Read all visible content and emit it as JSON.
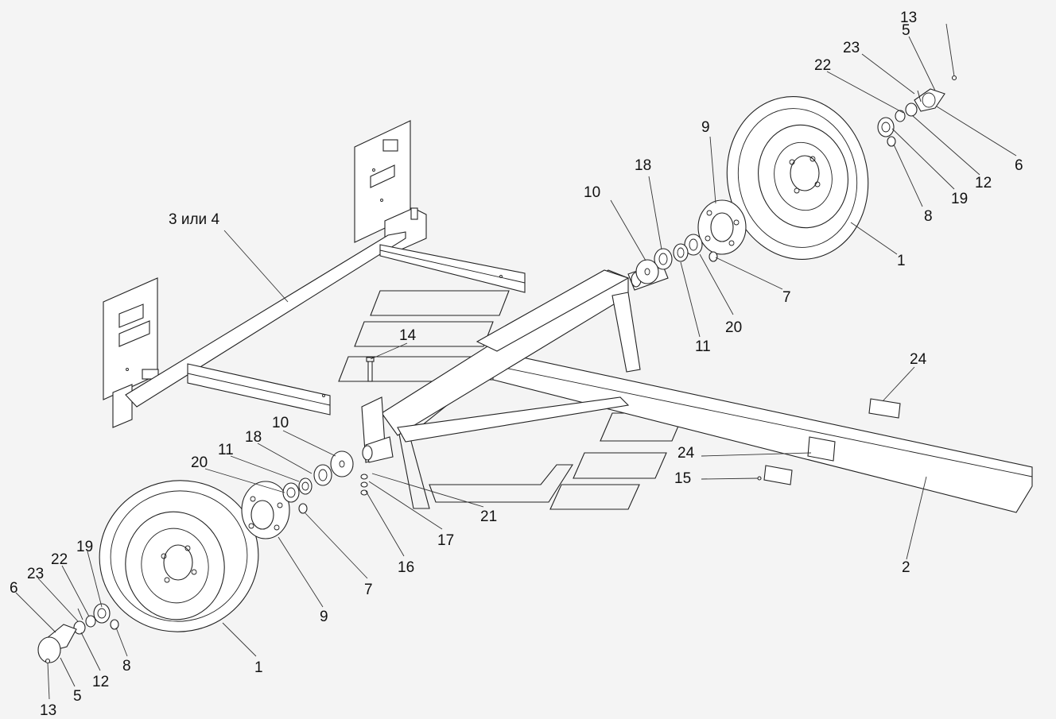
{
  "callouts": [
    {
      "id": "c13a",
      "text": "13"
    },
    {
      "id": "c5a",
      "text": "5"
    },
    {
      "id": "c23a",
      "text": "23"
    },
    {
      "id": "c22a",
      "text": "22"
    },
    {
      "id": "c6a",
      "text": "6"
    },
    {
      "id": "c12a",
      "text": "12"
    },
    {
      "id": "c19a",
      "text": "19"
    },
    {
      "id": "c8a",
      "text": "8"
    },
    {
      "id": "c9a",
      "text": "9"
    },
    {
      "id": "c18a",
      "text": "18"
    },
    {
      "id": "c10a",
      "text": "10"
    },
    {
      "id": "c1a",
      "text": "1"
    },
    {
      "id": "c7a",
      "text": "7"
    },
    {
      "id": "c20a",
      "text": "20"
    },
    {
      "id": "c11a",
      "text": "11"
    },
    {
      "id": "c3or4",
      "text": "3 или 4"
    },
    {
      "id": "c14",
      "text": "14"
    },
    {
      "id": "c24a",
      "text": "24"
    },
    {
      "id": "c24b",
      "text": "24"
    },
    {
      "id": "c15",
      "text": "15"
    },
    {
      "id": "c2",
      "text": "2"
    },
    {
      "id": "c10b",
      "text": "10"
    },
    {
      "id": "c18b",
      "text": "18"
    },
    {
      "id": "c11b",
      "text": "11"
    },
    {
      "id": "c20b",
      "text": "20"
    },
    {
      "id": "c21",
      "text": "21"
    },
    {
      "id": "c17",
      "text": "17"
    },
    {
      "id": "c16",
      "text": "16"
    },
    {
      "id": "c7b",
      "text": "7"
    },
    {
      "id": "c9b",
      "text": "9"
    },
    {
      "id": "c19b",
      "text": "19"
    },
    {
      "id": "c22b",
      "text": "22"
    },
    {
      "id": "c23b",
      "text": "23"
    },
    {
      "id": "c6b",
      "text": "6"
    },
    {
      "id": "c12b",
      "text": "12"
    },
    {
      "id": "c8b",
      "text": "8"
    },
    {
      "id": "c1b",
      "text": "1"
    },
    {
      "id": "c5b",
      "text": "5"
    },
    {
      "id": "c13b",
      "text": "13"
    }
  ]
}
